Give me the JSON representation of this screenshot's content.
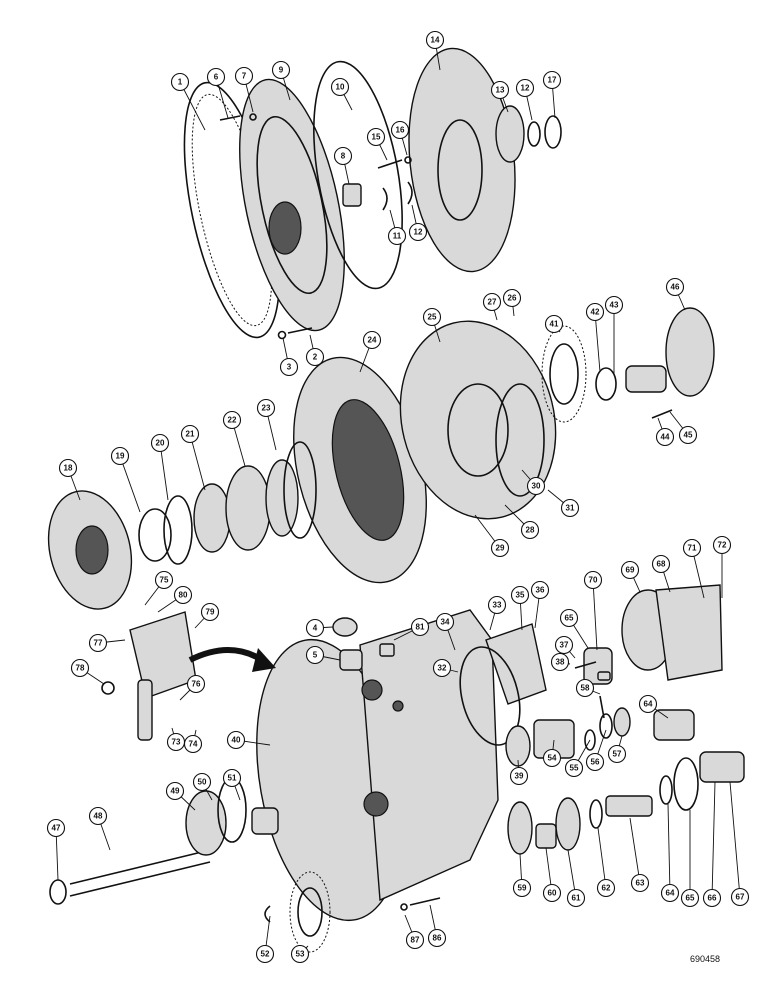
{
  "figure": {
    "reference_code": "690458",
    "callouts": [
      "1",
      "6",
      "7",
      "9",
      "10",
      "14",
      "13",
      "12",
      "17",
      "8",
      "15",
      "16",
      "11",
      "12",
      "3",
      "2",
      "24",
      "25",
      "27",
      "26",
      "41",
      "42",
      "43",
      "46",
      "45",
      "44",
      "18",
      "19",
      "20",
      "21",
      "22",
      "23",
      "28",
      "29",
      "30",
      "31",
      "75",
      "80",
      "79",
      "77",
      "78",
      "4",
      "5",
      "81",
      "34",
      "33",
      "35",
      "36",
      "37",
      "38",
      "32",
      "70",
      "65",
      "69",
      "68",
      "71",
      "72",
      "58",
      "64",
      "76",
      "73",
      "74",
      "40",
      "39",
      "54",
      "55",
      "56",
      "57",
      "47",
      "48",
      "49",
      "50",
      "51",
      "59",
      "60",
      "61",
      "62",
      "63",
      "64",
      "65",
      "66",
      "67",
      "52",
      "53",
      "87",
      "86"
    ]
  }
}
